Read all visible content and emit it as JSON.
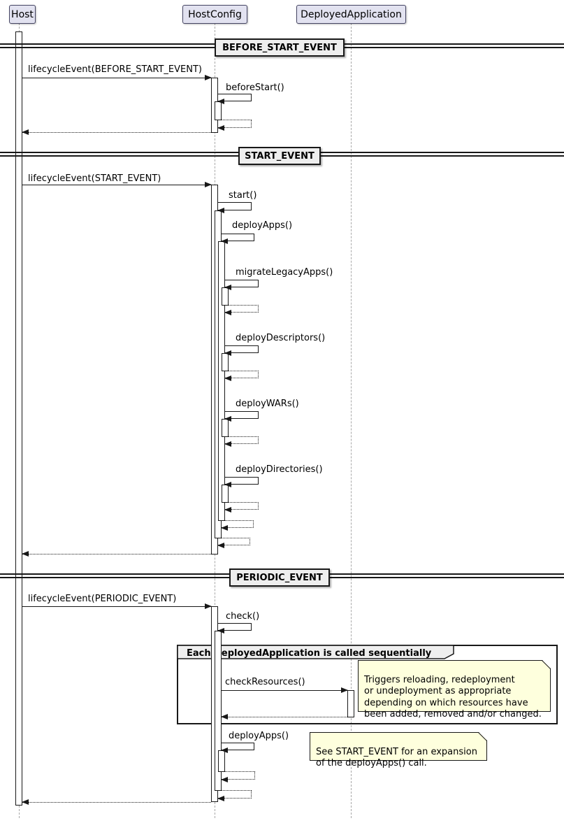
{
  "participants": [
    {
      "label": "Host"
    },
    {
      "label": "HostConfig"
    },
    {
      "label": "DeployedApplication"
    }
  ],
  "dividers": [
    {
      "label": "BEFORE_START_EVENT"
    },
    {
      "label": "START_EVENT"
    },
    {
      "label": "PERIODIC_EVENT"
    }
  ],
  "messages": {
    "lifecycle_before_start": "lifecycleEvent(BEFORE_START_EVENT)",
    "before_start": "beforeStart()",
    "lifecycle_start": "lifecycleEvent(START_EVENT)",
    "start": "start()",
    "deploy_apps": "deployApps()",
    "migrate_legacy_apps": "migrateLegacyApps()",
    "deploy_descriptors": "deployDescriptors()",
    "deploy_wars": "deployWARs()",
    "deploy_directories": "deployDirectories()",
    "lifecycle_periodic": "lifecycleEvent(PERIODIC_EVENT)",
    "check": "check()",
    "check_resources": "checkResources()",
    "deploy_apps_periodic": "deployApps()"
  },
  "group": {
    "title": "Each DeployedApplication is called sequentially"
  },
  "notes": {
    "check_resources_note": "Triggers reloading, redeployment\nor undeployment as appropriate\ndepending on which resources have\nbeen added, removed and/or changed.",
    "deploy_apps_note": "See START_EVENT for an expansion\nof the deployApps() call."
  },
  "colors": {
    "participant_fill": "#E2E2F0",
    "note_fill": "#FEFFDD",
    "group_header_fill": "#EEEEEE",
    "divider_fill": "#EEEEEE",
    "line": "#181818",
    "lifeline": "#A8A8A8"
  }
}
